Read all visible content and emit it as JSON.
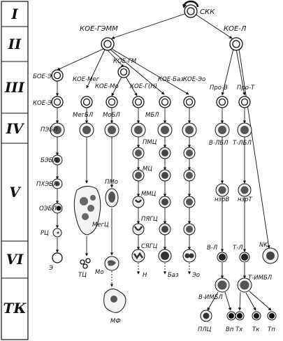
{
  "stages": [
    {
      "id": "I",
      "label": "I"
    },
    {
      "id": "II",
      "label": "II"
    },
    {
      "id": "III",
      "label": "III"
    },
    {
      "id": "IV",
      "label": "IV"
    },
    {
      "id": "V",
      "label": "V"
    },
    {
      "id": "VI",
      "label": "VI"
    },
    {
      "id": "TK",
      "label": "ТК"
    }
  ],
  "labels": {
    "skk": "СКК",
    "koe_gemm": "КОЕ-ГЭММ",
    "koe_l": "КОЕ-Л",
    "boe_e": "БОЕ-Э",
    "koe_e": "КОЕ-Э",
    "koe_meg": "КОЕ-Мег",
    "koe_gm": "КОЕ-ГМ",
    "koe_mo": "КОЕ-Мо",
    "koe_g_n": "КОЕ-Г(Н)",
    "koe_baz": "КОЕ-Баз",
    "koe_eo": "КОЕ-Эо",
    "pro_v": "Про-В",
    "pro_t": "Про-Т",
    "pebl": "ПЭБЛ",
    "megbl": "МегБЛ",
    "mobl": "МоБЛ",
    "mbl": "МБЛ",
    "v_lbl": "В-ЛБЛ",
    "t_lbl": "Т-ЛБЛ",
    "bebl": "БЭБЛ",
    "pmc": "ПМЦ",
    "pkhebl": "ПХЭБЛ",
    "pmo": "ПМо",
    "mc": "МЦ",
    "nzrv": "нзрВ",
    "nzrt": "нзрТ",
    "mmc": "ММЦ",
    "oebl": "ОЭБЛ",
    "megc": "МегЦ",
    "pyagc": "ПЯГЦ",
    "rc": "РЦ",
    "syagc": "СЯГЦ",
    "v_l": "В-Л",
    "t_l": "Т-Л",
    "nk": "NK",
    "e": "Э",
    "tc": "ТЦ",
    "mo": "Мо",
    "n": "Н",
    "baz": "Баз",
    "eo": "Эо",
    "v_imbl": "В-ИМБЛ",
    "t_imbl": "Т-ИМБЛ",
    "mf": "МФ",
    "plc": "ПЛЦ",
    "vp": "Вп",
    "tx": "Тх",
    "tk": "Тк",
    "tp": "Тп"
  }
}
